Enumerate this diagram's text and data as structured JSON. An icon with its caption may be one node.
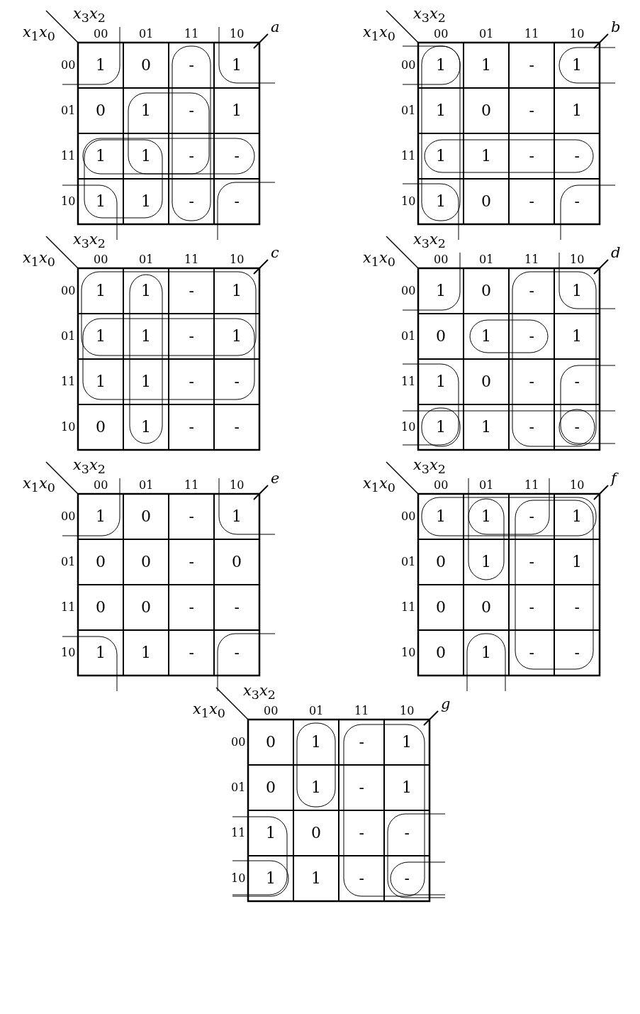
{
  "diagram": {
    "labels": [
      "*x*$_{3}$*x*$_{2}$",
      "*x*$_{1}$*x*$_{0}$",
      "00",
      "01",
      "11",
      "10",
      "*a*",
      "00",
      "1",
      "0",
      "-",
      "1",
      "01",
      "0",
      "1",
      "-",
      "1",
      "11",
      "1",
      "1",
      "-",
      "-",
      "10",
      "1",
      "1",
      "-",
      "-",
      "*x*$_{3}$*x*$_{2}$",
      "*x*$_{1}$*x*$_{0}$",
      "00",
      "01",
      "11",
      "10",
      "*b*",
      "00",
      "1",
      "1",
      "-",
      "1",
      "01",
      "1",
      "0",
      "-",
      "1",
      "11",
      "1",
      "1",
      "-",
      "-",
      "10",
      "1",
      "0",
      "-",
      "-",
      "*x*$_{3}$*x*$_{2}$",
      "*x*$_{1}$*x*$_{0}$",
      "00",
      "01",
      "11",
      "10",
      "*c*",
      "00",
      "1",
      "1",
      "-",
      "1",
      "01",
      "1",
      "1",
      "-",
      "1",
      "11",
      "1",
      "1",
      "-",
      "-",
      "10",
      "0",
      "1",
      "-",
      "-",
      "*x*$_{3}$*x*$_{2}$",
      "*x*$_{1}$*x*$_{0}$",
      "00",
      "01",
      "11",
      "10",
      "*d*",
      "00",
      "1",
      "0",
      "-",
      "1",
      "01",
      "0",
      "1",
      "-",
      "1",
      "11",
      "1",
      "0",
      "-",
      "-",
      "10",
      "1",
      "1",
      "-",
      "-",
      "*x*$_{3}$*x*$_{2}$",
      "*x*$_{1}$*x*$_{0}$",
      "00",
      "01",
      "11",
      "10",
      "*e*",
      "00",
      "1",
      "0",
      "-",
      "1",
      "01",
      "0",
      "0",
      "-",
      "0",
      "11",
      "0",
      "0",
      "-",
      "-",
      "10",
      "1",
      "1",
      "-",
      "-",
      "*x*$_{3}$*x*$_{2}$",
      "*x*$_{1}$*x*$_{0}$",
      "00",
      "01",
      "11",
      "10",
      "*f*",
      "00",
      "1",
      "1",
      "-",
      "1",
      "01",
      "0",
      "1",
      "-",
      "1",
      "11",
      "0",
      "0",
      "-",
      "-",
      "10",
      "0",
      "1",
      "-",
      "-",
      "*x*$_{3}$*x*$_{2}$",
      "*x*$_{1}$*x*$_{0}$",
      "00",
      "01",
      "11",
      "10",
      "*g*",
      "00",
      "0",
      "1",
      "-",
      "1",
      "01",
      "0",
      "1",
      "-",
      "1",
      "11",
      "1",
      "0",
      "-",
      "-",
      "10",
      "1",
      "1",
      "-",
      "-"
    ]
  }
}
